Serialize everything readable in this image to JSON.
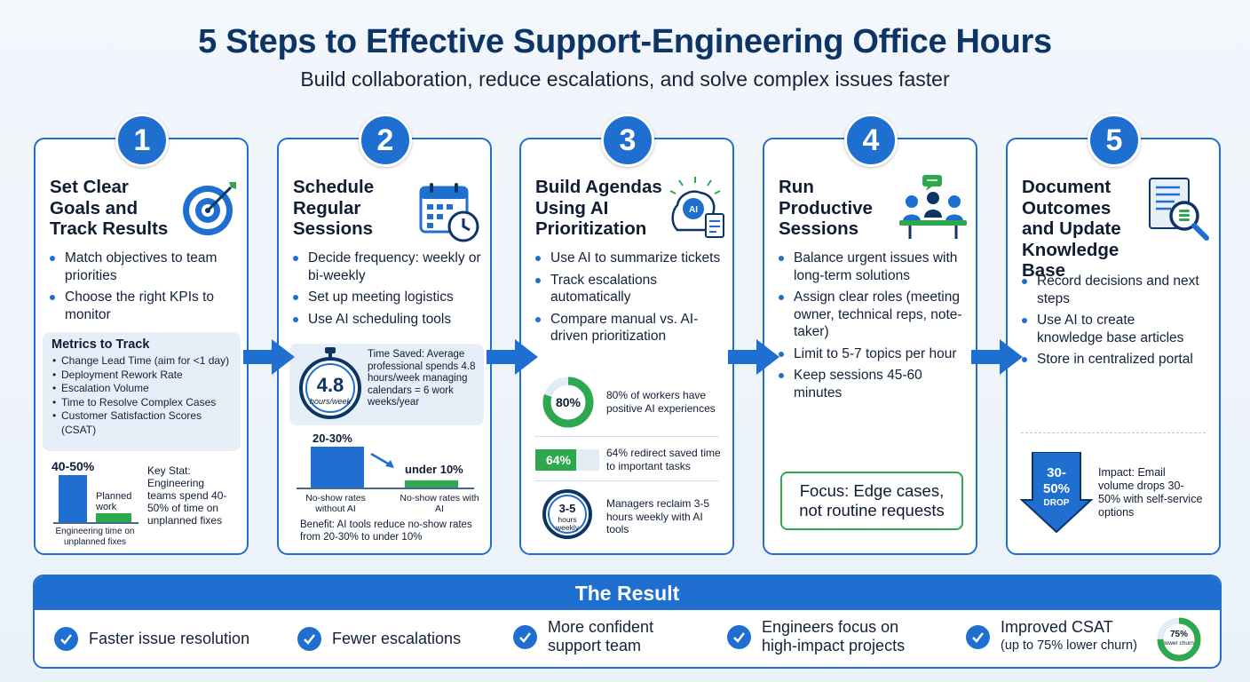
{
  "header": {
    "title": "5 Steps to Effective Support-Engineering Office Hours",
    "subtitle": "Build collaboration, reduce escalations, and solve complex issues faster"
  },
  "colors": {
    "primary": "#1f6fd1",
    "accent_green": "#2ea84f",
    "navy": "#0c3566"
  },
  "steps": [
    {
      "number": "1",
      "title": "Set Clear Goals and Track Results",
      "icon": "target-icon",
      "bullets": [
        "Match objectives to team priorities",
        "Choose the right KPIs to monitor"
      ],
      "metrics_title": "Metrics to Track",
      "metrics": [
        "Change Lead Time (aim for <1 day)",
        "Deployment Rework Rate",
        "Escalation Volume",
        "Time to Resolve Complex Cases",
        "Customer Satisfaction Scores (CSAT)"
      ],
      "stat_value": "40-50%",
      "stat_bar_label": "Planned work",
      "stat_axis_label": "Engineering time on unplanned fixes",
      "key_stat": "Key Stat: Engineering teams spend 40-50% of time on unplanned fixes",
      "unplanned_share": 0.45
    },
    {
      "number": "2",
      "title": "Schedule Regular Sessions",
      "icon": "calendar-clock-icon",
      "bullets": [
        "Decide frequency: weekly or bi-weekly",
        "Set up meeting logistics",
        "Use AI scheduling tools"
      ],
      "timer_value": "4.8",
      "timer_unit": "hours/week",
      "time_saved": "Time Saved: Average professional spends 4.8 hours/week managing calendars = 6 work weeks/year",
      "bar_high_label": "20-30%",
      "bar_low_label": "under 10%",
      "bar_high_caption": "No-show rates without AI",
      "bar_low_caption": "No-show rates with AI",
      "bar_high_value": 25,
      "bar_low_value": 8,
      "benefit": "Benefit: AI tools reduce no-show rates from 20-30% to under 10%"
    },
    {
      "number": "3",
      "title": "Build Agendas Using AI Prioritization",
      "icon": "ai-brain-icon",
      "bullets": [
        "Use AI to summarize tickets",
        "Track escalations automatically",
        "Compare manual vs. AI-driven prioritization"
      ],
      "stat1_value": "80%",
      "stat1_percent": 80,
      "stat1_text": "80% of workers have positive AI experiences",
      "stat2_value": "64%",
      "stat2_percent": 64,
      "stat2_text": "64% redirect saved time to important tasks",
      "stat3_value": "3-5",
      "stat3_unit": "hours weekly",
      "stat3_text": "Managers reclaim 3-5 hours weekly with AI tools"
    },
    {
      "number": "4",
      "title": "Run Productive Sessions",
      "icon": "team-meeting-icon",
      "bullets": [
        "Balance urgent issues with long-term solutions",
        "Assign clear roles (meeting owner, technical reps, note-taker)",
        "Limit to 5-7 topics per hour",
        "Keep sessions 45-60 minutes"
      ],
      "focus": "Focus: Edge cases, not routine requests"
    },
    {
      "number": "5",
      "title": "Document Outcomes and Update Knowledge Base",
      "icon": "document-search-icon",
      "bullets": [
        "Record decisions and next steps",
        "Use AI to create knowledge base articles",
        "Store in centralized portal"
      ],
      "drop_value": "30-50%",
      "drop_word": "DROP",
      "impact": "Impact: Email volume drops 30-50% with self-service options"
    }
  ],
  "result": {
    "title": "The Result",
    "items": [
      "Faster issue resolution",
      "Fewer escalations",
      "More confident support team",
      "Engineers focus on high-impact projects",
      "Improved CSAT"
    ],
    "item5_sub": "(up to 75% lower churn)",
    "gauge_value": "75%",
    "gauge_label": "lower churn",
    "gauge_percent": 75
  }
}
